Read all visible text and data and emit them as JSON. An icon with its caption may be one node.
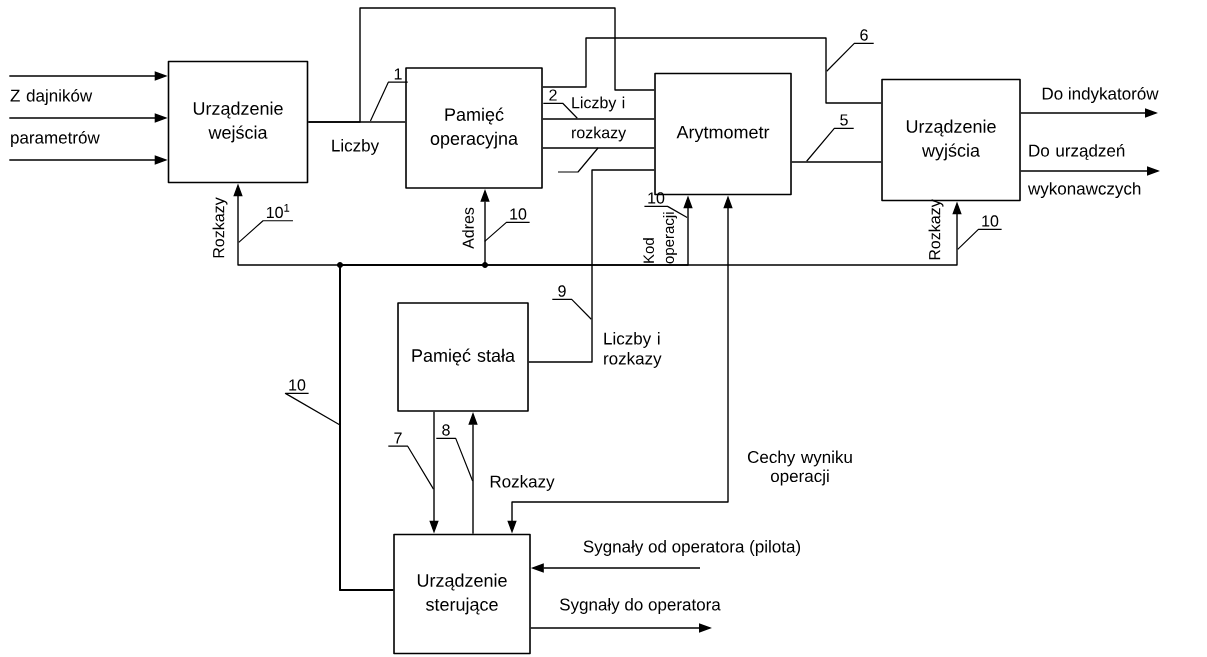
{
  "diagram": {
    "nodes": [
      {
        "text": [
          "Urządzenie wejścia"
        ]
      },
      {
        "text": [
          "Pamięć operacyjna"
        ]
      },
      {
        "text": [
          "Arytmometr"
        ]
      },
      {
        "text": [
          "Urządzenie wyjścia"
        ]
      },
      {
        "text": [
          "Pamięć stała"
        ]
      },
      {
        "text": [
          "Urządzenie sterujące"
        ]
      },
      {
        "text": [
          "1"
        ]
      },
      {
        "text": [
          "2"
        ]
      },
      {
        "text": [
          "6"
        ]
      },
      {
        "text": [
          "5"
        ]
      },
      {
        "text": [
          "10$^{1}$"
        ]
      },
      {
        "text": [
          "10"
        ]
      },
      {
        "text": [
          "10"
        ]
      },
      {
        "text": [
          "10"
        ]
      },
      {
        "text": [
          "9"
        ]
      },
      {
        "text": [
          "10"
        ]
      },
      {
        "text": [
          "7"
        ]
      },
      {
        "text": [
          "8"
        ]
      },
      {
        "text": [
          "Z dajników parametrów"
        ]
      }
    ],
    "edges": [
      {
        "from": 18,
        "to": 0,
        "arrow": "to"
      },
      {
        "from": 18,
        "to": 0,
        "arrow": "to"
      },
      {
        "from": 18,
        "to": 0,
        "arrow": "to"
      },
      {
        "from": 0,
        "to": 1,
        "arrow": "none",
        "label": "Liczby"
      },
      {
        "from": 0,
        "to": 2,
        "arrow": "none"
      },
      {
        "from": 1,
        "to": 3,
        "arrow": "none"
      },
      {
        "from": 1,
        "to": 2,
        "arrow": "none",
        "label": "Liczby i rozkazy"
      },
      {
        "from": 1,
        "to": 2,
        "arrow": "none"
      },
      {
        "from": 2,
        "to": 3,
        "arrow": "none"
      },
      {
        "from": 3,
        "to": null,
        "arrow": "to",
        "label": "Do indykatorów"
      },
      {
        "from": 3,
        "to": null,
        "arrow": "to",
        "label": "Do urządzeń wykonawczych"
      },
      {
        "from": 5,
        "to": 0,
        "arrow": "to",
        "label": "Rozkazy"
      },
      {
        "from": 5,
        "to": 1,
        "arrow": "to",
        "label": "Adres"
      },
      {
        "from": 5,
        "to": 2,
        "arrow": "to",
        "label": "Kod operacji"
      },
      {
        "from": 5,
        "to": 3,
        "arrow": "to",
        "label": "Rozkazy"
      },
      {
        "from": 4,
        "to": 2,
        "arrow": "none",
        "label": "Liczby i rozkazy"
      },
      {
        "from": 4,
        "to": 5,
        "arrow": "to"
      },
      {
        "from": 5,
        "to": 4,
        "arrow": "to",
        "label": "Rozkazy"
      },
      {
        "from": 5,
        "to": 2,
        "arrow": "both",
        "label": "Cechy wyniku operacji"
      },
      {
        "from": null,
        "to": 5,
        "arrow": "to",
        "label": "Sygnały od operatora (pilota)"
      },
      {
        "from": 5,
        "to": null,
        "arrow": "to",
        "label": "Sygnały do operatora"
      },
      {
        "from": 6,
        "to": null,
        "arrow": "none"
      },
      {
        "from": 7,
        "to": null,
        "arrow": "none"
      },
      {
        "from": 8,
        "to": null,
        "arrow": "none"
      },
      {
        "from": 9,
        "to": null,
        "arrow": "none"
      },
      {
        "from": 10,
        "to": null,
        "arrow": "none"
      },
      {
        "from": 11,
        "to": null,
        "arrow": "none"
      },
      {
        "from": 12,
        "to": null,
        "arrow": "none"
      },
      {
        "from": 13,
        "to": null,
        "arrow": "none"
      },
      {
        "from": 14,
        "to": null,
        "arrow": "none"
      },
      {
        "from": 15,
        "to": null,
        "arrow": "none"
      },
      {
        "from": 16,
        "to": null,
        "arrow": "none"
      },
      {
        "from": 17,
        "to": null,
        "arrow": "none"
      }
    ]
  }
}
